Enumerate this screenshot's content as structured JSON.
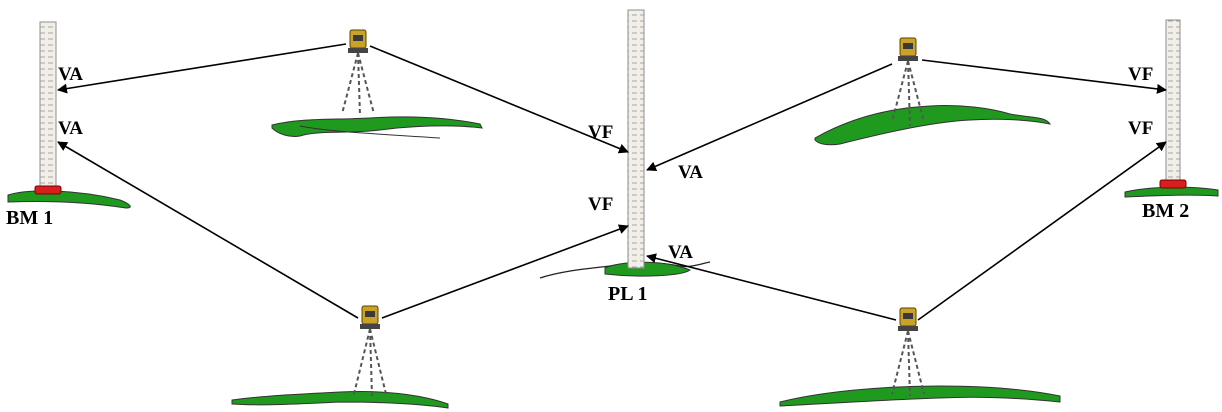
{
  "labels": {
    "va_bm1_top": "VA",
    "va_bm1_bottom": "VA",
    "vf_pl1_top": "VF",
    "va_pl1_top": "VA",
    "vf_pl1_bottom": "VF",
    "va_pl1_bottom": "VA",
    "vf_bm2_top": "VF",
    "vf_bm2_bottom": "VF"
  },
  "stations": {
    "bm1": "BM 1",
    "pl1": "PL 1",
    "bm2": "BM 2"
  },
  "colors": {
    "ground": "#1f9a1f",
    "rod": "#f0ece4",
    "rod_marks": "#9a9a9a",
    "benchmark": "#d81e1e",
    "instrument": "#c9a227",
    "tripod": "#555555",
    "arrow": "#000000"
  }
}
